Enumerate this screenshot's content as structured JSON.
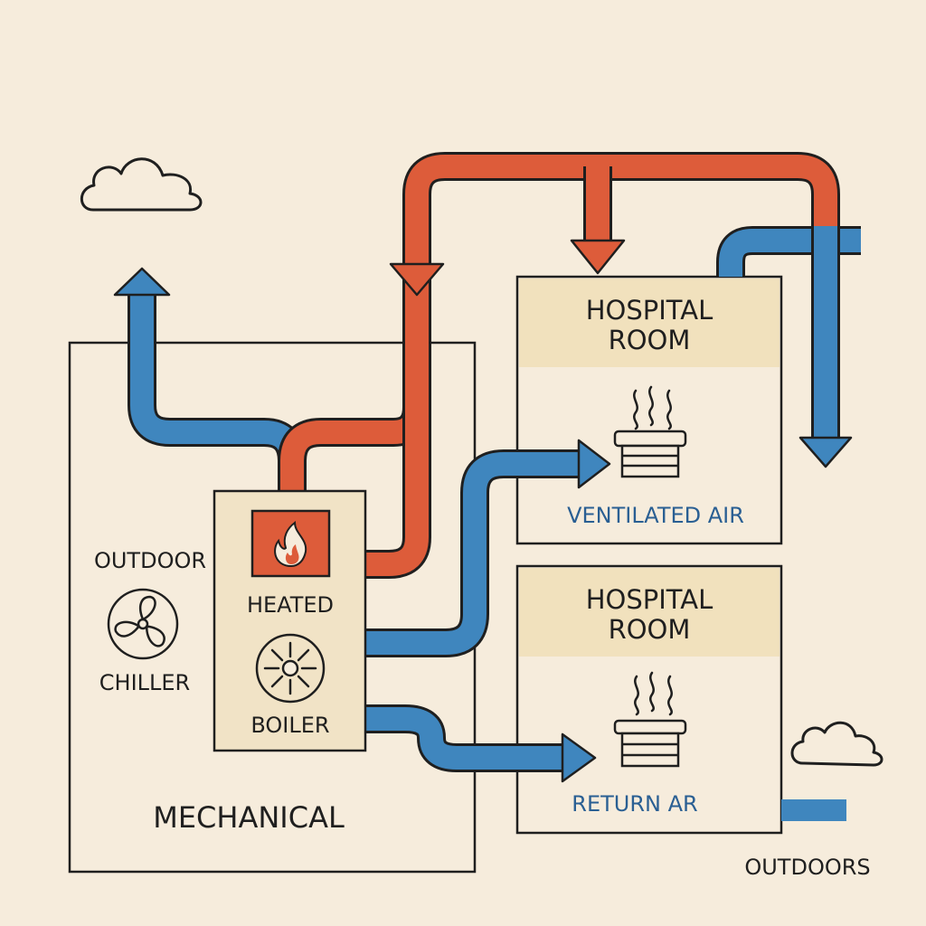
{
  "colors": {
    "background": "#f6ecdc",
    "heat_red": "#dd5c3a",
    "cool_blue": "#3f86be",
    "room_header": "#f1e1bd",
    "unit_fill": "#f1e3c6",
    "outline": "#1f1f1f",
    "accent_text": "#2a5f93"
  },
  "labels": {
    "outdoor": "OUTDOOR",
    "chiller": "CHILLER",
    "heated": "HEATED",
    "boiler": "BOILER",
    "mechanical": "MECHANICAL",
    "room_upper_line1": "HOSPITAL",
    "room_upper_line2": "ROOM",
    "room_lower_line1": "HOSPITAL",
    "room_lower_line2": "ROOM",
    "ventilated_air": "VENTILATED AIR",
    "return_air": "RETURN AR",
    "outdoors": "OUTDOORS"
  },
  "icons": [
    "cloud-icon",
    "fan-icon",
    "flame-icon",
    "sun-icon",
    "radiator-icon",
    "heat-waves-icon"
  ]
}
